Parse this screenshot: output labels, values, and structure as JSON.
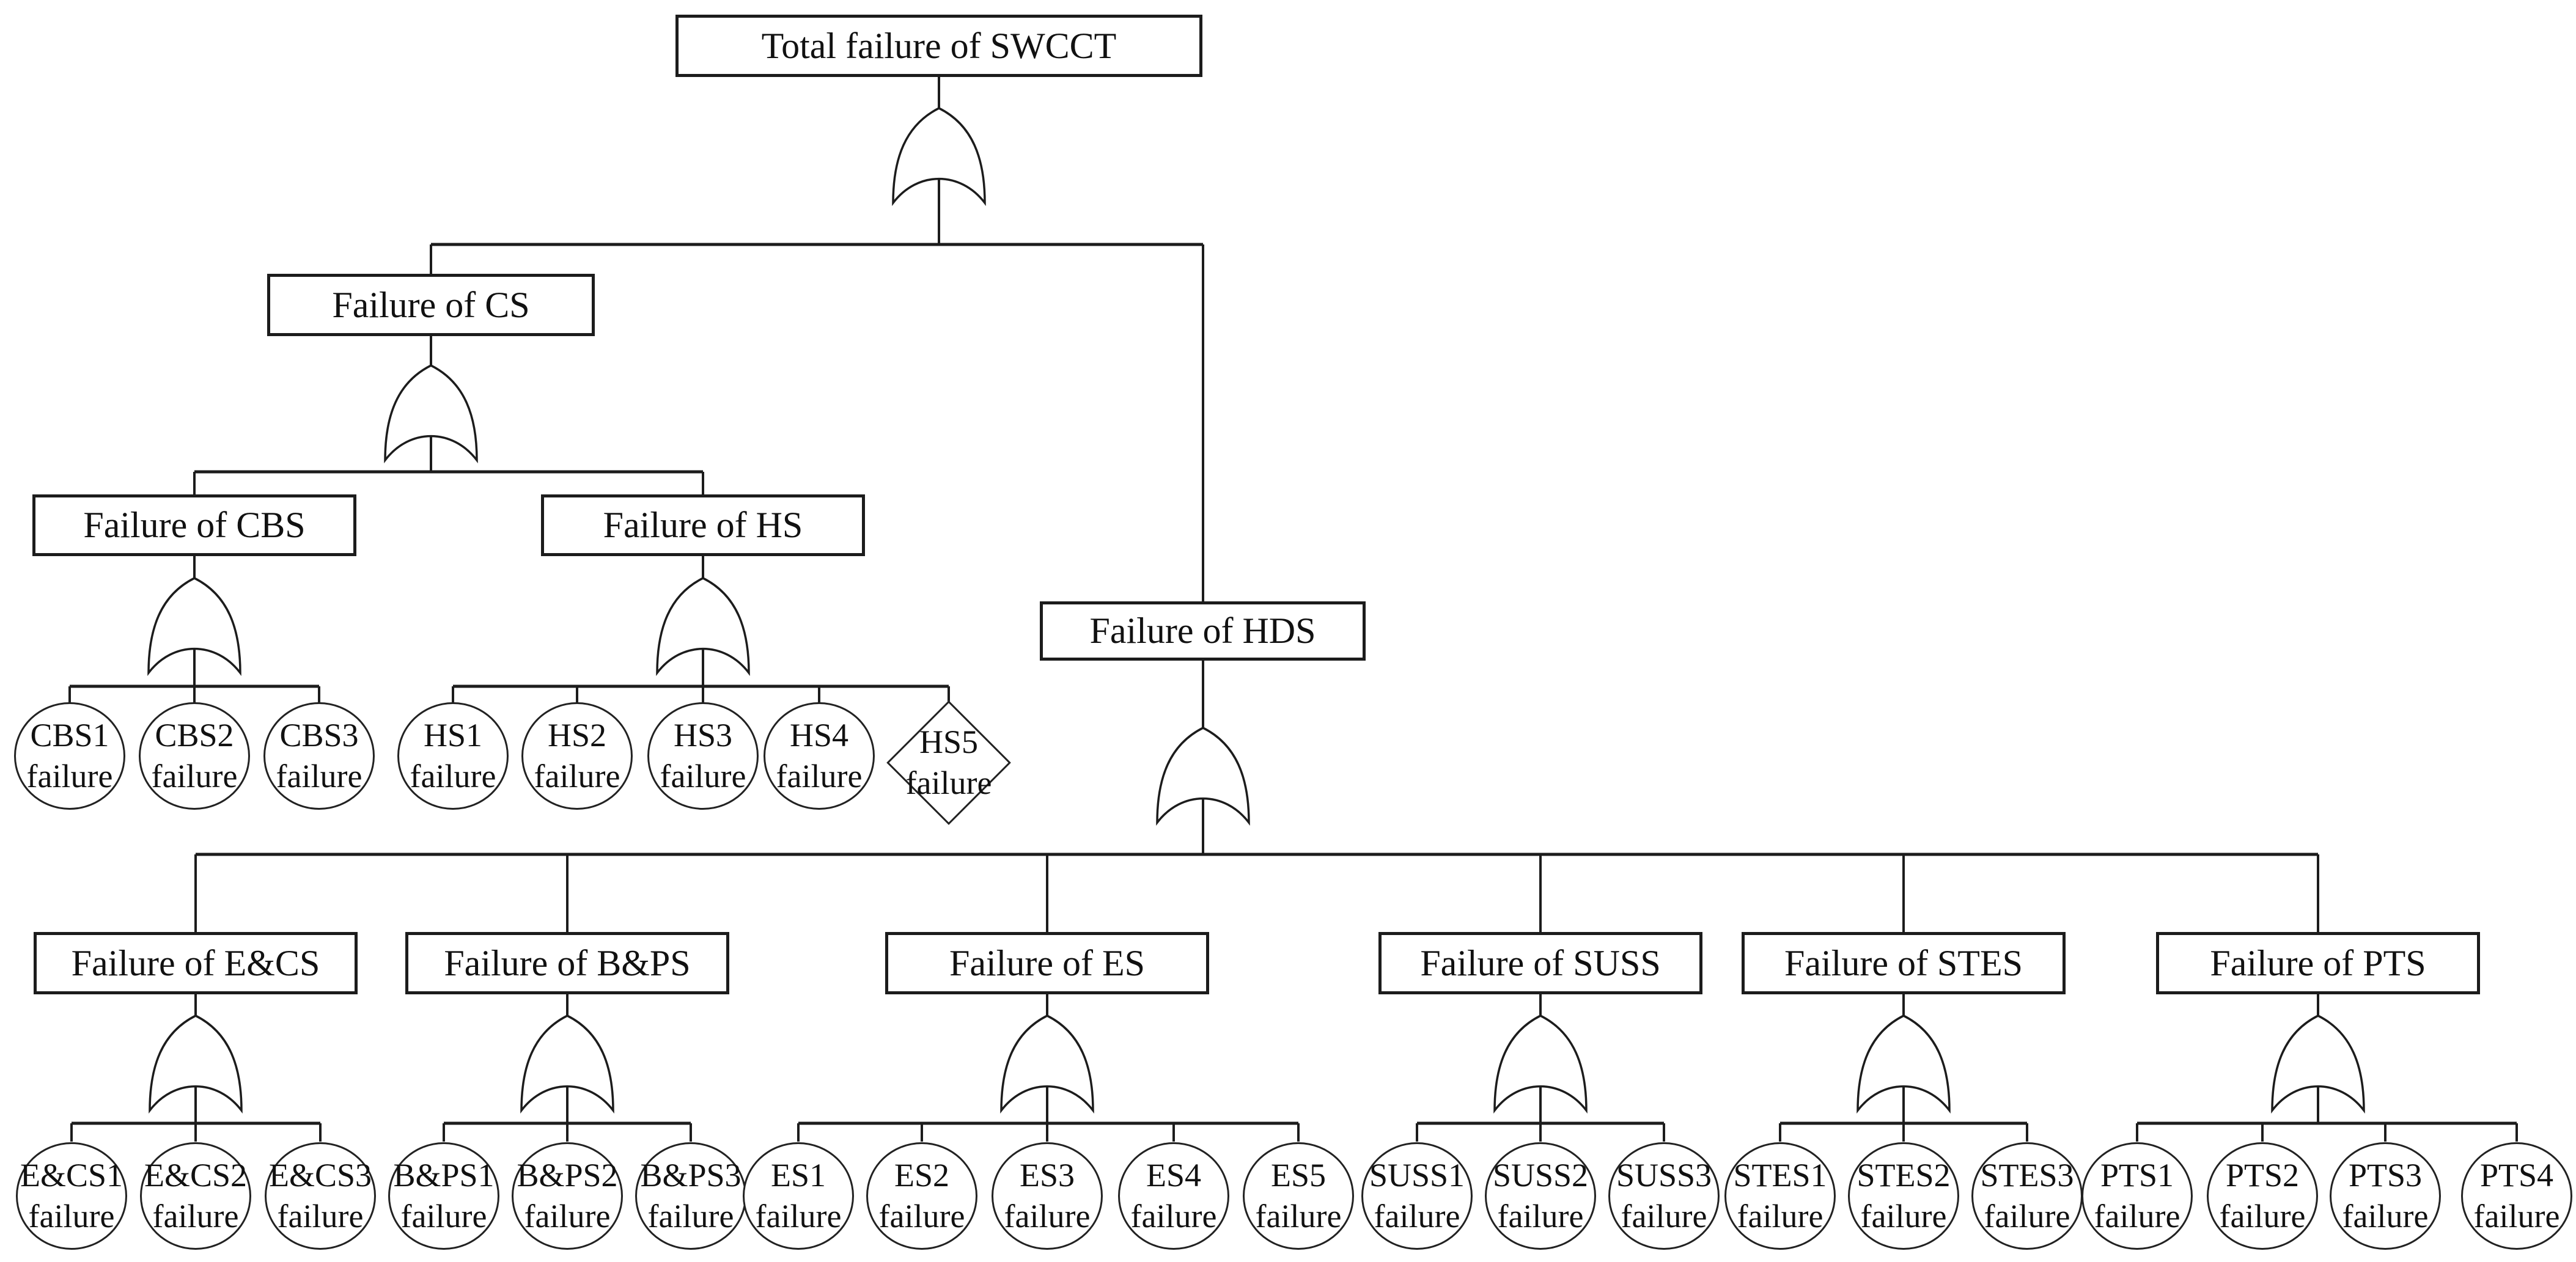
{
  "diagram": {
    "kind": "fault-tree",
    "gate_type": "OR",
    "line_color": "#1c1c1c",
    "background": "#ffffff"
  },
  "boxes": [
    {
      "id": "swcct",
      "label": "Total failure of SWCCT"
    },
    {
      "id": "cs",
      "label": "Failure of CS"
    },
    {
      "id": "cbs",
      "label": "Failure of CBS"
    },
    {
      "id": "hs",
      "label": "Failure of HS"
    },
    {
      "id": "hds",
      "label": "Failure of HDS"
    },
    {
      "id": "ecs",
      "label": "Failure of E&CS"
    },
    {
      "id": "bps",
      "label": "Failure of B&PS"
    },
    {
      "id": "es",
      "label": "Failure of ES"
    },
    {
      "id": "suss",
      "label": "Failure of SUSS"
    },
    {
      "id": "stes",
      "label": "Failure of STES"
    },
    {
      "id": "pts",
      "label": "Failure of PTS"
    }
  ],
  "events": [
    {
      "id": "cbs1",
      "label": "CBS1",
      "sub": "failure",
      "shape": "circle"
    },
    {
      "id": "cbs2",
      "label": "CBS2",
      "sub": "failure",
      "shape": "circle"
    },
    {
      "id": "cbs3",
      "label": "CBS3",
      "sub": "failure",
      "shape": "circle"
    },
    {
      "id": "hs1",
      "label": "HS1",
      "sub": "failure",
      "shape": "circle"
    },
    {
      "id": "hs2",
      "label": "HS2",
      "sub": "failure",
      "shape": "circle"
    },
    {
      "id": "hs3",
      "label": "HS3",
      "sub": "failure",
      "shape": "circle"
    },
    {
      "id": "hs4",
      "label": "HS4",
      "sub": "failure",
      "shape": "circle"
    },
    {
      "id": "hs5",
      "label": "HS5",
      "sub": "failure",
      "shape": "diamond"
    },
    {
      "id": "ecs1",
      "label": "E&CS1",
      "sub": "failure",
      "shape": "circle"
    },
    {
      "id": "ecs2",
      "label": "E&CS2",
      "sub": "failure",
      "shape": "circle"
    },
    {
      "id": "ecs3",
      "label": "E&CS3",
      "sub": "failure",
      "shape": "circle"
    },
    {
      "id": "bps1",
      "label": "B&PS1",
      "sub": "failure",
      "shape": "circle"
    },
    {
      "id": "bps2",
      "label": "B&PS2",
      "sub": "failure",
      "shape": "circle"
    },
    {
      "id": "bps3",
      "label": "B&PS3",
      "sub": "failure",
      "shape": "circle"
    },
    {
      "id": "es1",
      "label": "ES1",
      "sub": "failure",
      "shape": "circle"
    },
    {
      "id": "es2",
      "label": "ES2",
      "sub": "failure",
      "shape": "circle"
    },
    {
      "id": "es3",
      "label": "ES3",
      "sub": "failure",
      "shape": "circle"
    },
    {
      "id": "es4",
      "label": "ES4",
      "sub": "failure",
      "shape": "circle"
    },
    {
      "id": "es5",
      "label": "ES5",
      "sub": "failure",
      "shape": "circle"
    },
    {
      "id": "suss1",
      "label": "SUSS1",
      "sub": "failure",
      "shape": "circle"
    },
    {
      "id": "suss2",
      "label": "SUSS2",
      "sub": "failure",
      "shape": "circle"
    },
    {
      "id": "suss3",
      "label": "SUSS3",
      "sub": "failure",
      "shape": "circle"
    },
    {
      "id": "stes1",
      "label": "STES1",
      "sub": "failure",
      "shape": "circle"
    },
    {
      "id": "stes2",
      "label": "STES2",
      "sub": "failure",
      "shape": "circle"
    },
    {
      "id": "stes3",
      "label": "STES3",
      "sub": "failure",
      "shape": "circle"
    },
    {
      "id": "pts1",
      "label": "PTS1",
      "sub": "failure",
      "shape": "circle"
    },
    {
      "id": "pts2",
      "label": "PTS2",
      "sub": "failure",
      "shape": "circle"
    },
    {
      "id": "pts3",
      "label": "PTS3",
      "sub": "failure",
      "shape": "circle"
    },
    {
      "id": "pts4",
      "label": "PTS4",
      "sub": "failure",
      "shape": "circle"
    }
  ],
  "edges": [
    {
      "parent": "swcct",
      "gate": "OR",
      "children": [
        "cs",
        "hds"
      ]
    },
    {
      "parent": "cs",
      "gate": "OR",
      "children": [
        "cbs",
        "hs"
      ]
    },
    {
      "parent": "cbs",
      "gate": "OR",
      "children": [
        "cbs1",
        "cbs2",
        "cbs3"
      ]
    },
    {
      "parent": "hs",
      "gate": "OR",
      "children": [
        "hs1",
        "hs2",
        "hs3",
        "hs4",
        "hs5"
      ]
    },
    {
      "parent": "hds",
      "gate": "OR",
      "children": [
        "ecs",
        "bps",
        "es",
        "suss",
        "stes",
        "pts"
      ]
    },
    {
      "parent": "ecs",
      "gate": "OR",
      "children": [
        "ecs1",
        "ecs2",
        "ecs3"
      ]
    },
    {
      "parent": "bps",
      "gate": "OR",
      "children": [
        "bps1",
        "bps2",
        "bps3"
      ]
    },
    {
      "parent": "es",
      "gate": "OR",
      "children": [
        "es1",
        "es2",
        "es3",
        "es4",
        "es5"
      ]
    },
    {
      "parent": "suss",
      "gate": "OR",
      "children": [
        "suss1",
        "suss2",
        "suss3"
      ]
    },
    {
      "parent": "stes",
      "gate": "OR",
      "children": [
        "stes1",
        "stes2",
        "stes3"
      ]
    },
    {
      "parent": "pts",
      "gate": "OR",
      "children": [
        "pts1",
        "pts2",
        "pts3",
        "pts4"
      ]
    }
  ]
}
